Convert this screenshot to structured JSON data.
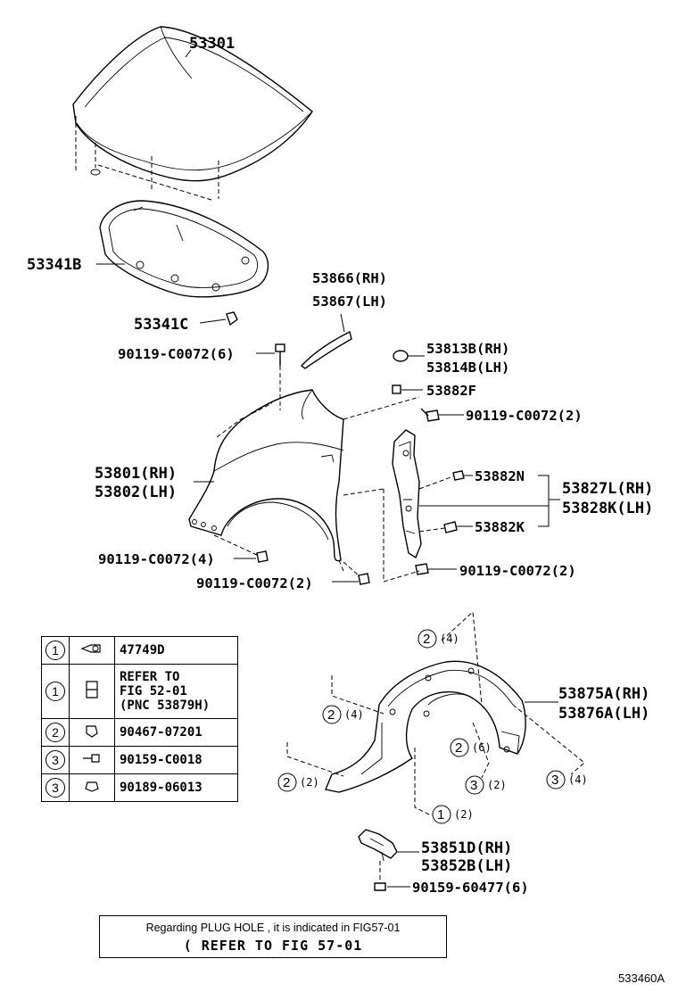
{
  "parts": {
    "hood": "53301",
    "hood_seal": "53341B",
    "hood_seal_clip": "53341C",
    "hood_bolt": "90119-C0072(6)",
    "cowl_seal_rh": "53866(RH)",
    "cowl_seal_lh": "53867(LH)",
    "fender_cap_rh": "53813B(RH)",
    "fender_cap_lh": "53814B(LH)",
    "clip_f": "53882F",
    "bolt_upper_right": "90119-C0072(2)",
    "fender_rh": "53801(RH)",
    "fender_lh": "53802(LH)",
    "clip_n": "53882N",
    "bracket_rh": "53827L(RH)",
    "bracket_lh": "53828K(LH)",
    "clip_k": "53882K",
    "bolt_fender_front": "90119-C0072(4)",
    "bolt_fender_lower": "90119-C0072(2)",
    "bolt_bracket": "90119-C0072(2)",
    "liner_rh": "53875A(RH)",
    "liner_lh": "53876A(LH)",
    "seal_rh": "53851D(RH)",
    "seal_lh": "53852B(LH)",
    "screw_seal": "90159-60477(6)"
  },
  "callouts": [
    {
      "num": "2",
      "qty": "(4)"
    },
    {
      "num": "2",
      "qty": "(4)"
    },
    {
      "num": "2",
      "qty": "(6)"
    },
    {
      "num": "2",
      "qty": "(2)"
    },
    {
      "num": "3",
      "qty": "(2)"
    },
    {
      "num": "3",
      "qty": "(4)"
    },
    {
      "num": "1",
      "qty": "(2)"
    }
  ],
  "legend": [
    {
      "num": "1",
      "text": "47749D",
      "icon": "clip-icon"
    },
    {
      "num": "1",
      "line1": "REFER TO",
      "line2": "FIG 52-01",
      "line3": "(PNC 53879H)",
      "icon": "retainer-icon"
    },
    {
      "num": "2",
      "text": "90467-07201",
      "icon": "push-clip-icon"
    },
    {
      "num": "3",
      "text": "90159-C0018",
      "icon": "screw-icon"
    },
    {
      "num": "3",
      "text": "90189-06013",
      "icon": "nut-icon"
    }
  ],
  "reference": {
    "note": "Regarding PLUG HOLE , it is indicated in FIG57-01",
    "main": "( REFER TO FIG 57-01"
  },
  "figure_number": "533460A"
}
